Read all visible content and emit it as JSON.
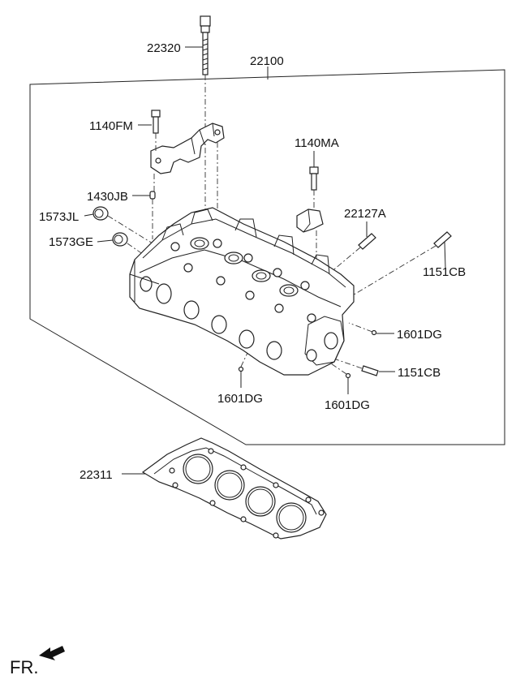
{
  "callouts": {
    "bolt_main": "22320",
    "head_assembly": "22100",
    "cam_cap_bolt": "1140FM",
    "dowel_pin": "1430JB",
    "plug_upper": "1573JL",
    "plug_lower": "1573GE",
    "cap_bolt_right": "1140MA",
    "stud_upper": "22127A",
    "stud_right": "1151CB",
    "pin_right": "1601DG",
    "stud_lower": "1151CB",
    "pin_bottom_left": "1601DG",
    "pin_bottom_right": "1601DG",
    "gasket": "22311"
  },
  "direction_indicator": "FR."
}
